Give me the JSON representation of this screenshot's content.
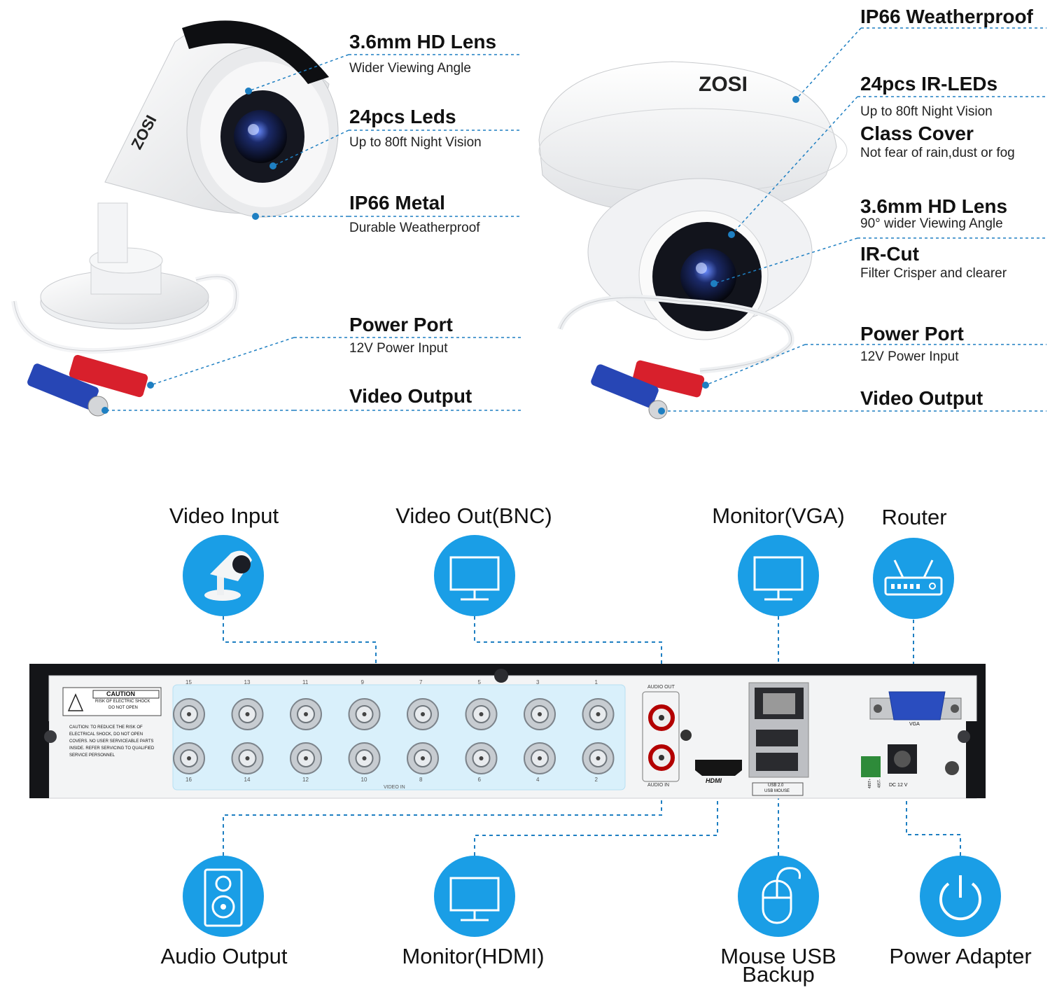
{
  "bullet": {
    "lens_title": "3.6mm HD Lens",
    "lens_sub": "Wider Viewing Angle",
    "leds_title": "24pcs Leds",
    "leds_sub": "Up to 80ft Night Vision",
    "metal_title": "IP66 Metal",
    "metal_sub": "Durable Weatherproof",
    "power_title": "Power Port",
    "power_sub": "12V Power Input",
    "video_title": "Video Output",
    "brand": "ZOSI"
  },
  "dome": {
    "weather_title": "IP66 Weatherproof",
    "irled_title": "24pcs IR-LEDs",
    "irled_sub": "Up to 80ft Night Vision",
    "cover_title": "Class Cover",
    "cover_sub": "Not fear of rain,dust or fog",
    "lens_title": "3.6mm HD Lens",
    "lens_sub": "90° wider Viewing Angle",
    "ircut_title": "IR-Cut",
    "ircut_sub": "Filter Crisper and clearer",
    "power_title": "Power Port",
    "power_sub": "12V Power Input",
    "video_title": "Video Output",
    "brand": "ZOSI"
  },
  "connections": {
    "top": [
      "Video Input",
      "Video Out(BNC)",
      "Monitor(VGA)",
      "Router"
    ],
    "bottom": [
      "Audio Output",
      "Monitor(HDMI)",
      "Mouse USB",
      "Backup",
      "Power Adapter"
    ]
  },
  "dvr": {
    "caution_title": "CAUTION",
    "caution_line1": "RISK OF ELECTRIC SHOCK",
    "caution_line2": "DO NOT OPEN",
    "caution_text": [
      "CAUTION: TO REDUCE THE RISK OF",
      "ELECTRICAL SHOCK, DO NOT OPEN",
      "COVERS. NO USER SERVICEABLE PARTS",
      "INSIDE. REFER SERVICING TO QUALIFIED",
      "SERVICE PERSONNEL"
    ],
    "top_numbers": [
      "15",
      "13",
      "11",
      "9",
      "7",
      "5",
      "3",
      "1"
    ],
    "bottom_numbers": [
      "16",
      "14",
      "12",
      "10",
      "8",
      "6",
      "4",
      "2"
    ],
    "video_in": "VIDEO IN",
    "audio_out": "AUDIO OUT",
    "audio_in": "AUDIO  IN",
    "hdmi": "HDMI",
    "usb_label1": "USB 2.0",
    "usb_label2": "USB MOUSE",
    "vga": "VGA",
    "dc": "DC 12 V",
    "rs485": [
      "485T+",
      "485T-"
    ]
  },
  "colors": {
    "accent": "#1a9ee6",
    "dash": "#1e7fc2",
    "panel": "#d9f0fb"
  }
}
